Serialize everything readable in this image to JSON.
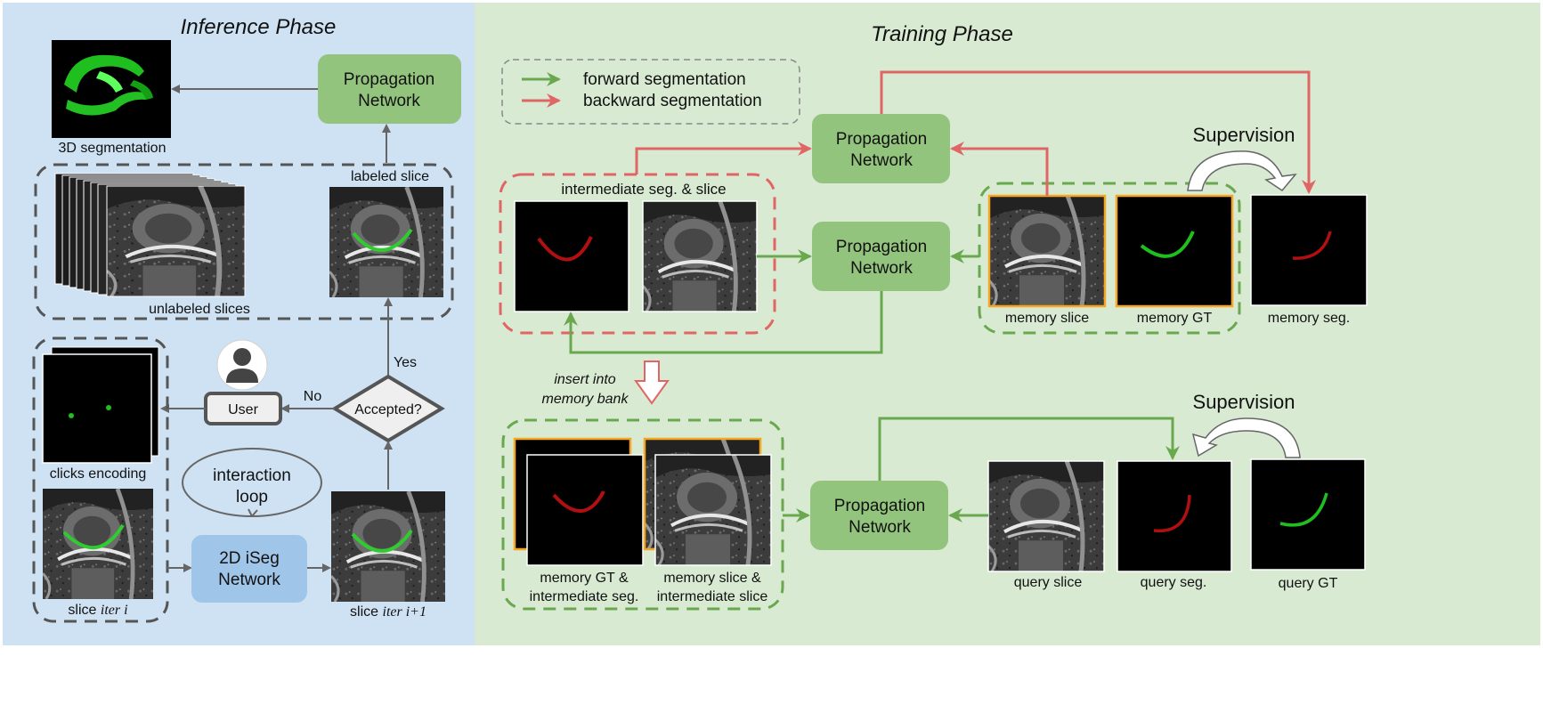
{
  "inference": {
    "title": "Inference Phase",
    "propagation_network": [
      "Propagation",
      "Network"
    ],
    "seg3d_label": "3D segmentation",
    "labeled_slice_label": "labeled slice",
    "unlabeled_slices_label": "unlabeled slices",
    "yes_label": "Yes",
    "no_label": "No",
    "accepted_label": "Accepted?",
    "user_label": "User",
    "clicks_label": "clicks encoding",
    "interaction_loop": [
      "interaction",
      "loop"
    ],
    "iseg_network": [
      "2D iSeg",
      "Network"
    ],
    "slice_i_prefix": "slice",
    "slice_i_suffix": "iter i",
    "slice_i1_prefix": "slice",
    "slice_i1_suffix": "iter i+1"
  },
  "training": {
    "title": "Training Phase",
    "legend": {
      "forward": "forward segmentation",
      "backward": "backward segmentation"
    },
    "propagation_network": [
      "Propagation",
      "Network"
    ],
    "intermediate_label": "intermediate seg. & slice",
    "supervision": "Supervision",
    "memory_slice": "memory slice",
    "memory_gt": "memory GT",
    "memory_seg": "memory seg.",
    "insert_memory": [
      "insert into",
      "memory bank"
    ],
    "mem_gt_inter": [
      "memory GT &",
      "intermediate seg."
    ],
    "mem_slice_inter": [
      "memory slice &",
      "intermediate slice"
    ],
    "query_slice": "query slice",
    "query_seg": "query seg.",
    "query_gt": "query GT"
  },
  "colors": {
    "inference_bg": "#cfe2f3",
    "training_bg": "#d9ead3",
    "prop_net": "#93c47d",
    "iseg_net": "#9fc5e8",
    "forward_arrow": "#6aa84f",
    "backward_arrow": "#e06666",
    "gray_arrow": "#666666",
    "memory_border": "#f5a623",
    "seg_red": "#b01010",
    "seg_green": "#1fbf1f"
  }
}
